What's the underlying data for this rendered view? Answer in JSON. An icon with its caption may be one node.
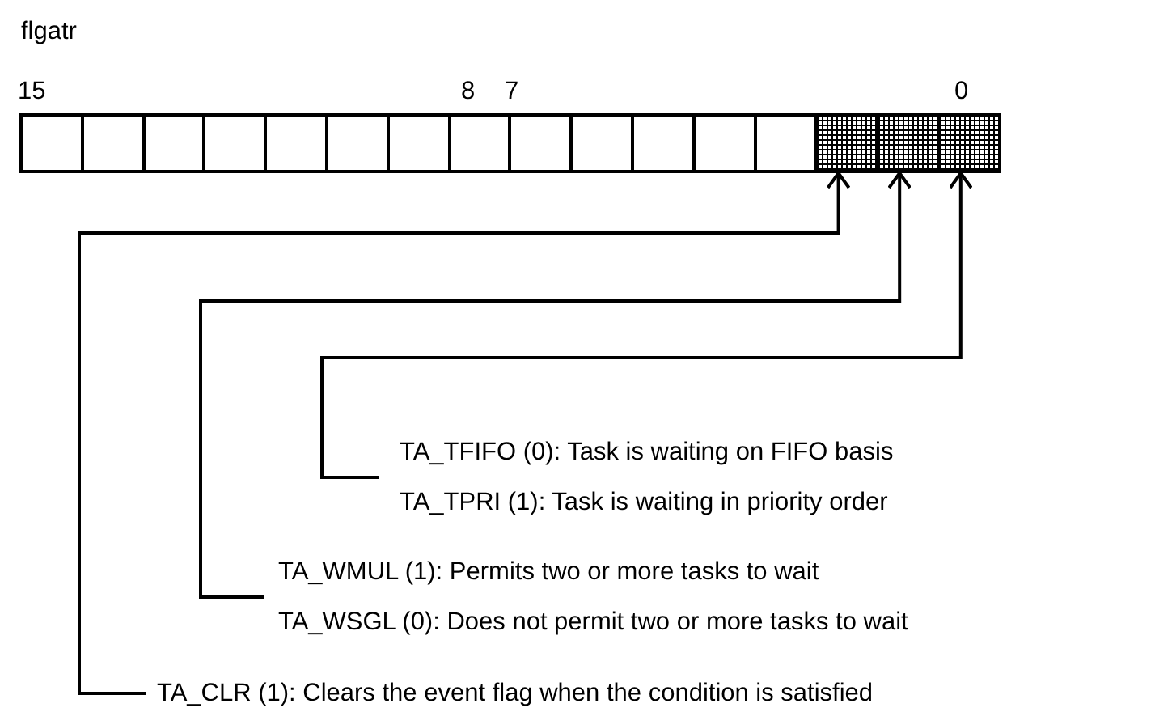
{
  "diagram": {
    "nodes": [
      {
        "text": [],
        "shape": "box"
      },
      {
        "text": [],
        "shape": "box"
      },
      {
        "text": [],
        "shape": "box"
      },
      {
        "text": [],
        "shape": "box"
      },
      {
        "text": [],
        "shape": "box"
      },
      {
        "text": [],
        "shape": "box"
      },
      {
        "text": [],
        "shape": "box"
      },
      {
        "text": [],
        "shape": "box"
      },
      {
        "text": [],
        "shape": "box"
      },
      {
        "text": [],
        "shape": "box"
      },
      {
        "text": [],
        "shape": "box"
      },
      {
        "text": [],
        "shape": "box"
      },
      {
        "text": [],
        "shape": "box"
      },
      {
        "text": [],
        "shape": "box"
      },
      {
        "text": [],
        "shape": "box"
      },
      {
        "text": [],
        "shape": "box"
      },
      {
        "text": [
          "TA_TFIFO (0): Task is waiting on FIFO basis",
          "TA_TPRI (1): Task is waiting in priority order"
        ]
      },
      {
        "text": [
          "TA_WMUL (1): Permits two or more tasks to wait",
          "TA_WSGL (0): Does not permit two or more tasks to wait"
        ]
      },
      {
        "text": [
          "TA_CLR (1): Clears the event flag when the condition is satisfied"
        ]
      }
    ],
    "edges": [
      {
        "from": 16,
        "to": 15,
        "arrow": "to"
      },
      {
        "from": 17,
        "to": 14,
        "arrow": "to"
      },
      {
        "from": 18,
        "to": 13,
        "arrow": "to"
      }
    ],
    "labels": [
      "flgatr",
      "15",
      "8",
      "7",
      "0"
    ]
  }
}
